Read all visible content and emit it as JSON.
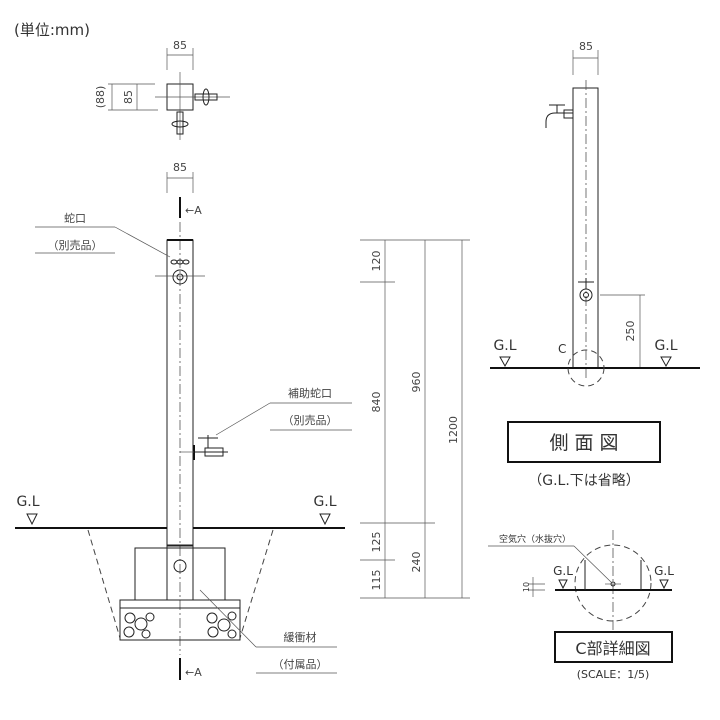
{
  "unit_label": "(単位:mm)",
  "plan_view": {
    "width": "85",
    "depth_paren": "(88)",
    "depth": "85"
  },
  "front_view": {
    "width": "85",
    "section_mark": "←A",
    "faucet_label": "蛇口",
    "faucet_note": "（別売品）",
    "aux_faucet_label": "補助蛇口",
    "aux_faucet_note": "（別売品）",
    "ground_left": "G.L",
    "ground_right": "G.L",
    "cushion_label": "緩衝材",
    "cushion_note": "（付属品）"
  },
  "dimensions": {
    "d120": "120",
    "d840": "840",
    "d960": "960",
    "d1200": "1200",
    "d125": "125",
    "d240": "240",
    "d115": "115"
  },
  "side_view": {
    "width": "85",
    "d250": "250",
    "ground_left": "G.L",
    "ground_right": "G.L",
    "detail_mark": "C",
    "title": "側 面 図",
    "note": "（G.L.下は省略）"
  },
  "detail_c": {
    "air_hole_label": "空気穴（水抜穴）",
    "ground_left": "G.L",
    "ground_right": "G.L",
    "d10": "10",
    "title": "C部詳細図",
    "scale": "(SCALE：1/5)"
  }
}
